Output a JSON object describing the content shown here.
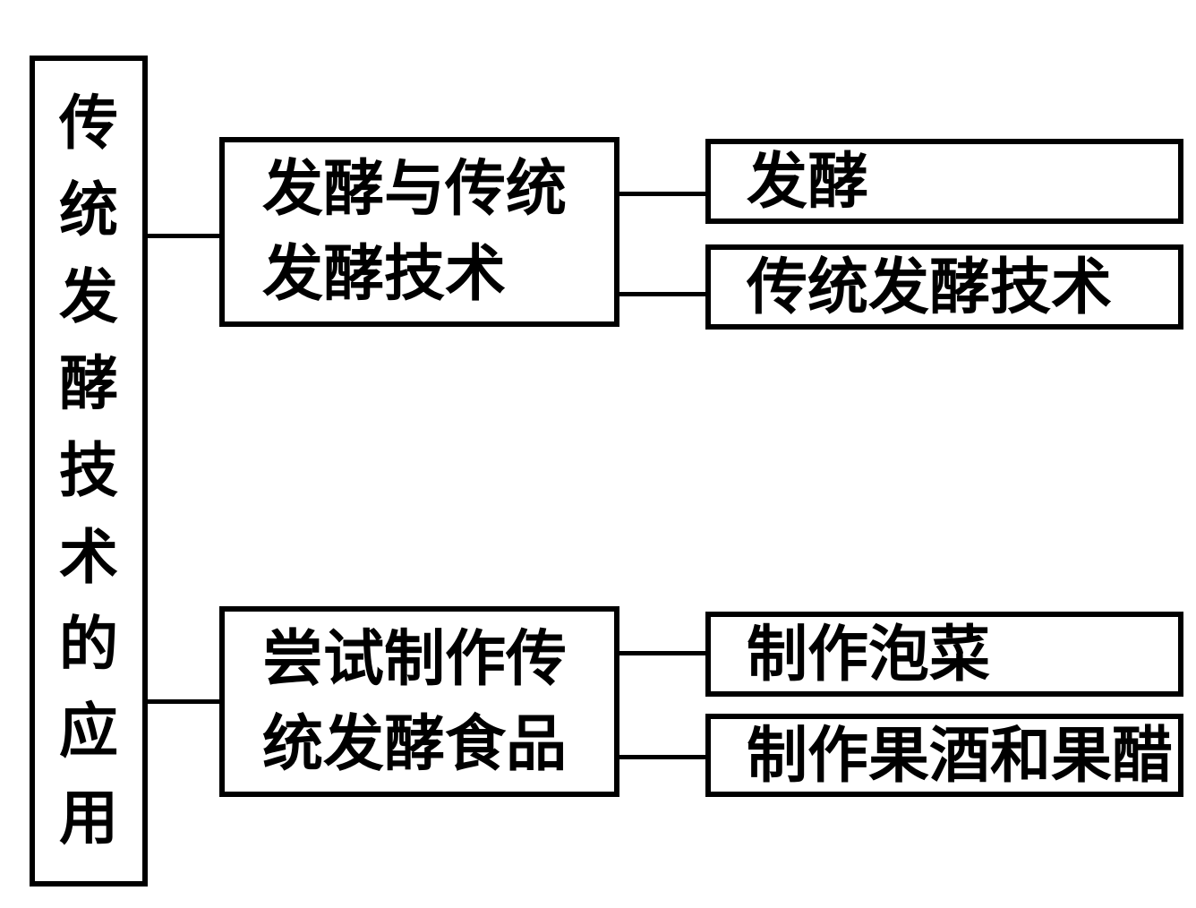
{
  "diagram": {
    "root": {
      "label": "传统发酵技术的应用"
    },
    "branches": [
      {
        "label": "发酵与传统发酵技术",
        "lines": [
          "发酵与传统",
          "发酵技术"
        ],
        "children": [
          {
            "label": "发酵"
          },
          {
            "label": "传统发酵技术"
          }
        ]
      },
      {
        "label": "尝试制作传统发酵食品",
        "lines": [
          "尝试制作传",
          "统发酵食品"
        ],
        "children": [
          {
            "label": "制作泡菜"
          },
          {
            "label": "制作果酒和果醋"
          }
        ]
      }
    ],
    "colors": {
      "line": "#000000",
      "text": "#000000",
      "background": "#ffffff"
    }
  }
}
